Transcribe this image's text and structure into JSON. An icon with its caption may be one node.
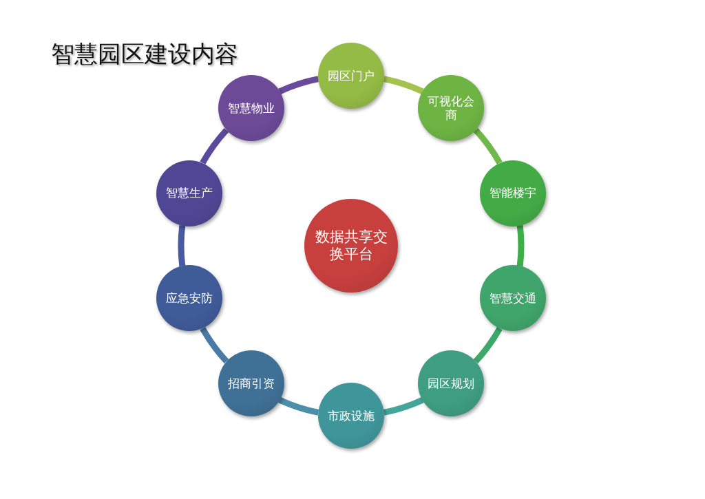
{
  "diagram": {
    "title": "智慧园区建设内容",
    "nodes": [
      {
        "text": [
          "数据共享交换平台"
        ]
      },
      {
        "text": [
          "园区门户"
        ]
      },
      {
        "text": [
          "可视化会商"
        ]
      },
      {
        "text": [
          "智能楼宇"
        ]
      },
      {
        "text": [
          "智慧交通"
        ]
      },
      {
        "text": [
          "园区规划"
        ]
      },
      {
        "text": [
          "市政设施"
        ]
      },
      {
        "text": [
          "招商引资"
        ]
      },
      {
        "text": [
          "应急安防"
        ]
      },
      {
        "text": [
          "智慧生产"
        ]
      },
      {
        "text": [
          "智慧物业"
        ]
      }
    ],
    "edges": [
      {
        "from": 1,
        "to": 2,
        "arrow": "none",
        "color": "#a4c24e"
      },
      {
        "from": 2,
        "to": 3,
        "arrow": "none",
        "color": "#6fb84a"
      },
      {
        "from": 3,
        "to": 4,
        "arrow": "none",
        "color": "#3fae4a"
      },
      {
        "from": 4,
        "to": 5,
        "arrow": "none",
        "color": "#3ea86a"
      },
      {
        "from": 5,
        "to": 6,
        "arrow": "none",
        "color": "#44a59a"
      },
      {
        "from": 6,
        "to": 7,
        "arrow": "none",
        "color": "#4b8fa8"
      },
      {
        "from": 7,
        "to": 8,
        "arrow": "none",
        "color": "#4a7aa6"
      },
      {
        "from": 8,
        "to": 9,
        "arrow": "none",
        "color": "#4a5aa0"
      },
      {
        "from": 9,
        "to": 10,
        "arrow": "none",
        "color": "#5a4a9c"
      },
      {
        "from": 10,
        "to": 1,
        "arrow": "none",
        "color": "#6a4a9c"
      }
    ]
  }
}
